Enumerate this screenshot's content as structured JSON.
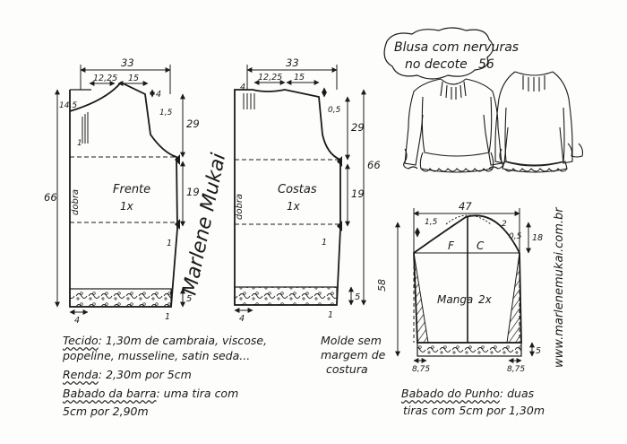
{
  "title": {
    "line1": "Blusa com nervuras",
    "line2": "no decote",
    "number": "56"
  },
  "front": {
    "name": "Frente",
    "count": "1x",
    "width": "33",
    "neck_w": "12,25",
    "shoulder_w": "15",
    "top_drop": "4",
    "neck_depth": "14,5",
    "small_mark": "1",
    "armhole_out": "1,5",
    "armhole_depth": "29",
    "side_upper": "19",
    "hem_mark": "1",
    "hem_band": "5",
    "hem_left": "4",
    "hem_right": "1",
    "length": "66",
    "fold": "dobra"
  },
  "back": {
    "name": "Costas",
    "count": "1x",
    "width": "33",
    "neck_w": "12,25",
    "shoulder_w": "15",
    "top_drop": "4",
    "armhole_out": "0,5",
    "armhole_depth": "29",
    "side_upper": "19",
    "hem_mark": "1",
    "hem_band": "5",
    "hem_left": "4",
    "hem_right": "1",
    "length": "66",
    "fold": "dobra"
  },
  "sleeve": {
    "name": "Manga",
    "count": "2x",
    "width": "47",
    "cap_left": "1,5",
    "cap_right": "2",
    "cap_mark": "0,5",
    "cap_height": "18",
    "front": "F",
    "back": "C",
    "length": "58",
    "cuff_left": "8,75",
    "cuff_right": "8,75",
    "cuff_band": "5"
  },
  "signature": "Marlene Mukai",
  "website": "www.marlenemukai.com.br",
  "notes": {
    "fabric_label": "Tecido",
    "fabric_line1": ": 1,30m de cambraia, viscose,",
    "fabric_line2": "popeline, musseline, satin seda...",
    "lace_label": "Renda",
    "lace_text": ": 2,30m por 5cm",
    "hem_ruffle_label": "Babado da barra",
    "hem_ruffle_line1": ": uma tira com",
    "hem_ruffle_line2": "5cm por 2,90m",
    "mold_line1": "Molde sem",
    "mold_line2": "margem de",
    "mold_line3": "costura",
    "cuff_ruffle_label": "Babado do Punho",
    "cuff_ruffle_line1": ": duas",
    "cuff_ruffle_line2": "tiras com 5cm por 1,30m"
  }
}
